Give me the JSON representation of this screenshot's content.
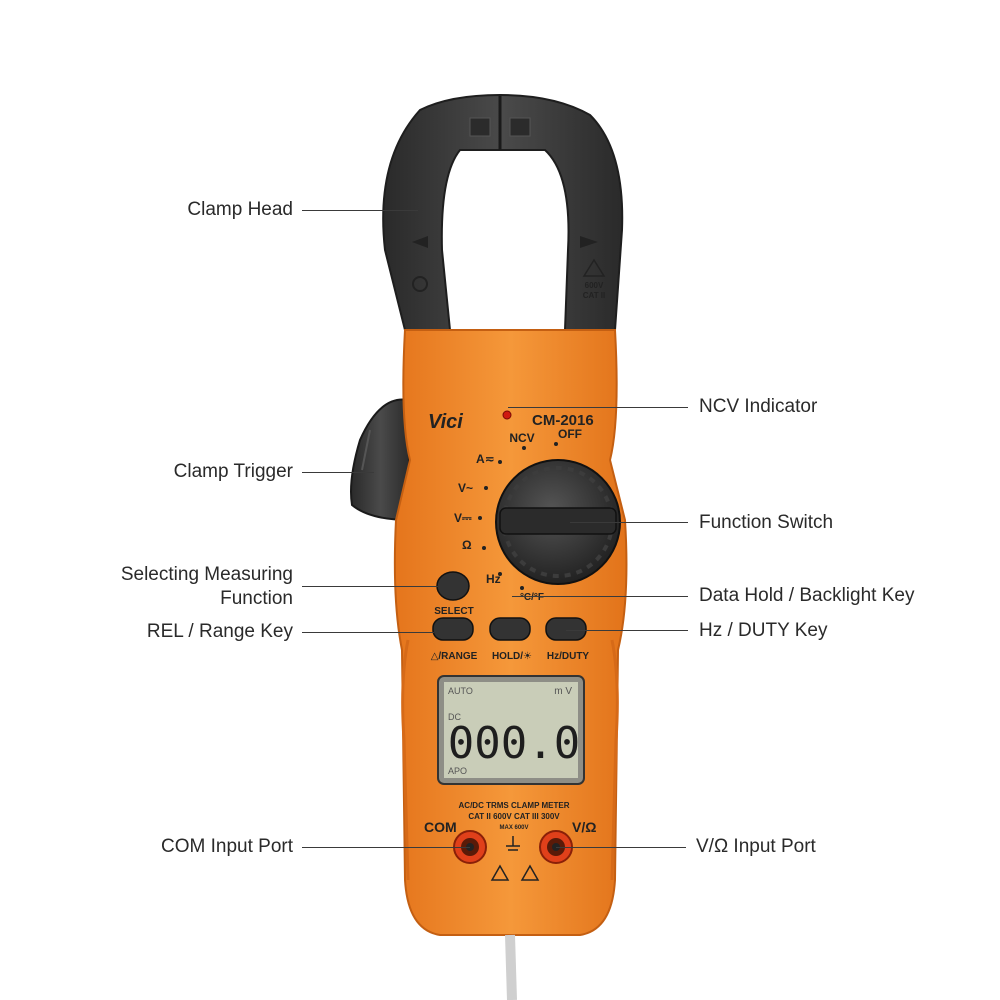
{
  "labels": {
    "clamp_head": "Clamp Head",
    "clamp_trigger": "Clamp Trigger",
    "selecting_line1": "Selecting Measuring",
    "selecting_line2": "Function",
    "rel_range": "REL / Range Key",
    "com_port": "COM Input Port",
    "ncv_indicator": "NCV Indicator",
    "function_switch": "Function Switch",
    "data_hold": "Data Hold / Backlight Key",
    "hz_duty": "Hz / DUTY Key",
    "vohm_port": "V/Ω Input Port"
  },
  "device": {
    "brand": "Vici",
    "model": "CM-2016",
    "dial_ncv": "NCV",
    "dial_off": "OFF",
    "dial_a": "A≂",
    "dial_vac": "V~",
    "dial_vdc": "V⎓",
    "dial_ohm": "Ω",
    "dial_hz": "Hz",
    "dial_temp": "°C/°F",
    "select_label": "SELECT",
    "range_label": "△/RANGE",
    "hold_label": "HOLD/☀",
    "hzduty_label": "Hz/DUTY",
    "lcd_auto": "AUTO",
    "lcd_unit": "m V",
    "lcd_dc": "DC",
    "lcd_apo": "APO",
    "lcd_reading": "000.0",
    "meter_line1": "AC/DC TRMS CLAMP METER",
    "meter_line2": "CAT II 600V  CAT III 300V",
    "meter_line3": "MAX 600V",
    "com_text": "COM",
    "vohm_text": "V/Ω",
    "head_rating1": "600V",
    "head_rating2": "CAT II"
  },
  "colors": {
    "body_orange": "#f08a2c",
    "clamp_dark": "#3a3a3a",
    "lcd_bg": "#c9cdb8",
    "port_red": "#e0401a"
  }
}
